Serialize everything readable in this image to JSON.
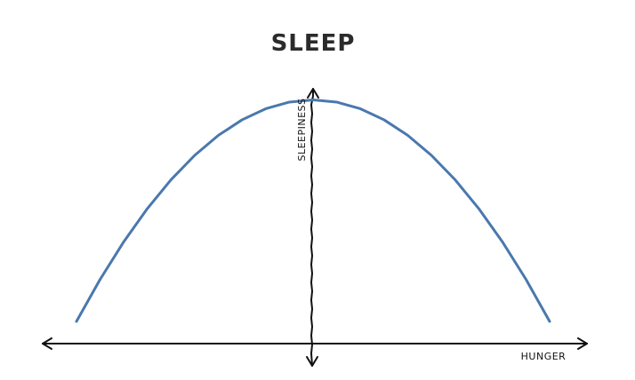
{
  "chart_data": {
    "type": "line",
    "title": "SLEEP",
    "xlabel": "HUNGER",
    "ylabel": "SLEEPINESS",
    "xlim": [
      -1,
      1
    ],
    "ylim": [
      -0.1,
      1.05
    ],
    "grid": false,
    "legend": "none",
    "series": [
      {
        "color": "#4a78ae",
        "x": [
          -1.0,
          -0.9,
          -0.8,
          -0.7,
          -0.6,
          -0.5,
          -0.4,
          -0.3,
          -0.2,
          -0.1,
          0.0,
          0.1,
          0.2,
          0.3,
          0.4,
          0.5,
          0.6,
          0.7,
          0.8,
          0.9,
          1.0
        ],
        "y": [
          0.0,
          0.19,
          0.36,
          0.51,
          0.64,
          0.75,
          0.84,
          0.91,
          0.96,
          0.99,
          1.0,
          0.99,
          0.96,
          0.91,
          0.84,
          0.75,
          0.64,
          0.51,
          0.36,
          0.19,
          0.0
        ]
      }
    ]
  }
}
